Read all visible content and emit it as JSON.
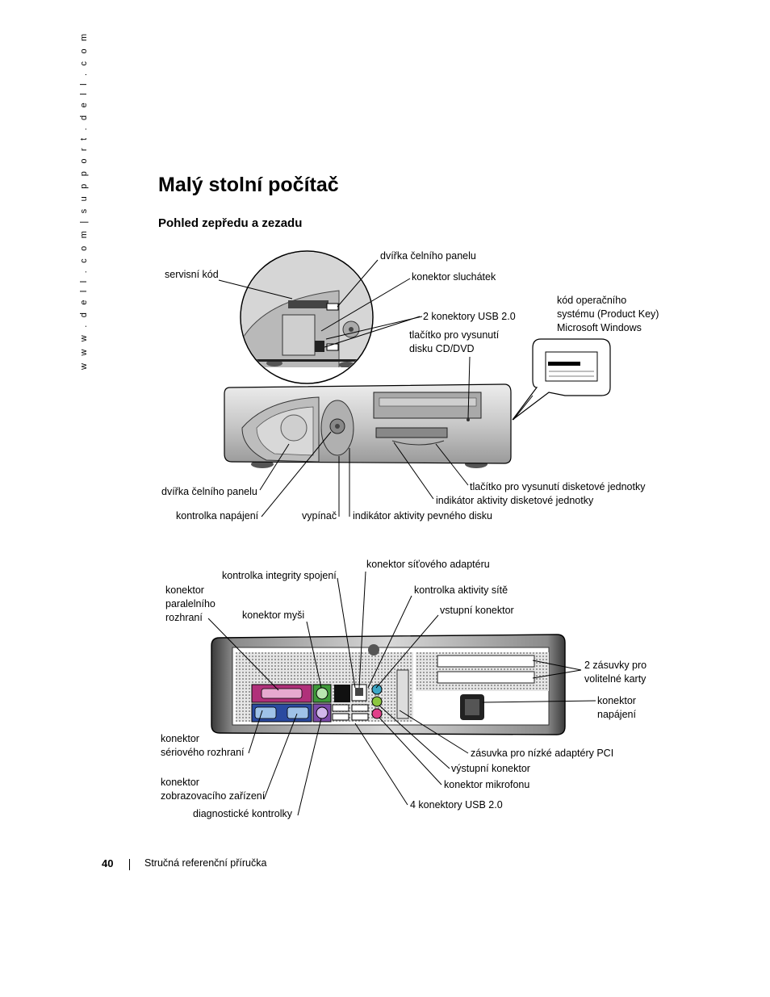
{
  "sidebar_url": "w w w . d e l l . c o m   |   s u p p o r t . d e l l . c o m",
  "title": "Malý stolní počítač",
  "subtitle": "Pohled zepředu a zezadu",
  "front_labels": {
    "servisni_kod": "servisní kód",
    "dvirka_top": "dvířka čelního panelu",
    "konektor_sluchatek": "konektor sluchátek",
    "usb2": "2 konektory USB 2.0",
    "tlacitko_cd": [
      "tlačítko pro vysunutí",
      "disku CD/DVD"
    ],
    "product_key": [
      "kód operačního",
      "systému (Product Key)",
      "Microsoft Windows"
    ],
    "dvirka_bottom": "dvířka čelního panelu",
    "kontrolka_napajeni": "kontrolka napájení",
    "vypinac": "vypínač",
    "indikator_hdd": "indikátor aktivity pevného disku",
    "tlacitko_disketa": "tlačítko pro vysunutí disketové jednotky",
    "indikator_disketa": "indikátor aktivity disketové jednotky"
  },
  "rear_labels": {
    "sitovy_adapter": "konektor síťového adaptéru",
    "integrita": "kontrolka integrity spojení",
    "paralelni": [
      "konektor",
      "paralelního",
      "rozhraní"
    ],
    "mys": "konektor myši",
    "aktivita_site": "kontrolka aktivity sítě",
    "vstupni": "vstupní konektor",
    "zasuvky": [
      "2 zásuvky pro",
      "volitelné karty"
    ],
    "napajeni": [
      "konektor",
      "napájení"
    ],
    "seriovy": [
      "konektor",
      "sériového rozhraní"
    ],
    "pci": "zásuvka pro nízké adaptéry PCI",
    "vystupni": "výstupní konektor",
    "mikrofon": "konektor mikrofonu",
    "zobrazovaci": [
      "konektor",
      "zobrazovacího zařízení"
    ],
    "usb4": "4 konektory USB 2.0",
    "diagnosticke": "diagnostické kontrolky"
  },
  "footer": {
    "page_number": "40",
    "title": "Stručná referenční příručka"
  },
  "colors": {
    "parallel_port": "#b0307a",
    "serial_port": "#1b6f7a",
    "vga_port": "#2a4aa0",
    "mouse_port": "#3f9a3a",
    "keyboard_port": "#7b4aa8",
    "line_in": "#3da7c6",
    "line_out": "#8cc63f",
    "mic": "#e0408a"
  }
}
